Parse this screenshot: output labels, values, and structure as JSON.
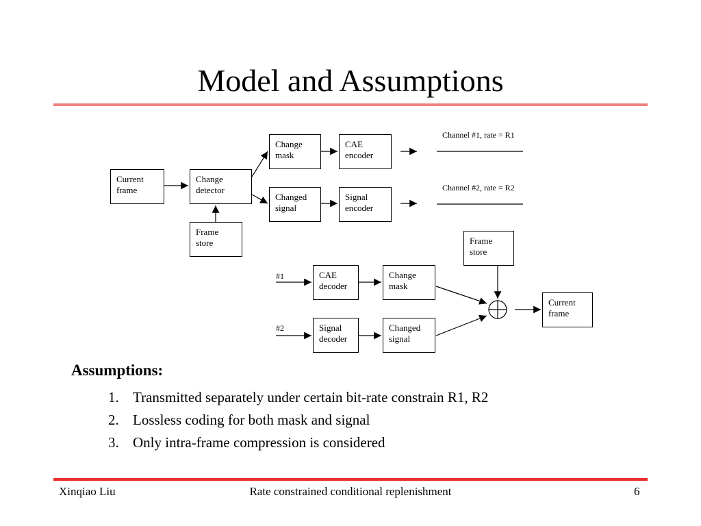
{
  "slide": {
    "title": "Model and Assumptions"
  },
  "diagram": {
    "encoder": {
      "current_frame": "Current\nframe",
      "change_detector": "Change\ndetector",
      "frame_store": "Frame\nstore",
      "change_mask": "Change\nmask",
      "cae_encoder": "CAE\nencoder",
      "changed_signal": "Changed\nsignal",
      "signal_encoder": "Signal\nencoder",
      "channel1": "Channel #1, rate = R1",
      "channel2": "Channel #2, rate = R2"
    },
    "decoder": {
      "input1": "#1",
      "input2": "#2",
      "cae_decoder": "CAE\ndecoder",
      "change_mask": "Change\nmask",
      "signal_decoder": "Signal\ndecoder",
      "changed_signal": "Changed\nsignal",
      "frame_store": "Frame\nstore",
      "current_frame": "Current\nframe"
    }
  },
  "assumptions": {
    "heading": "Assumptions:",
    "items": [
      {
        "num": "1.",
        "text": "Transmitted separately under certain bit-rate constrain R1, R2"
      },
      {
        "num": "2.",
        "text": "Lossless coding for both mask and signal"
      },
      {
        "num": "3.",
        "text": "Only intra-frame compression is considered"
      }
    ]
  },
  "footer": {
    "author": "Xinqiao Liu",
    "topic": "Rate constrained conditional replenishment",
    "page": "6"
  }
}
